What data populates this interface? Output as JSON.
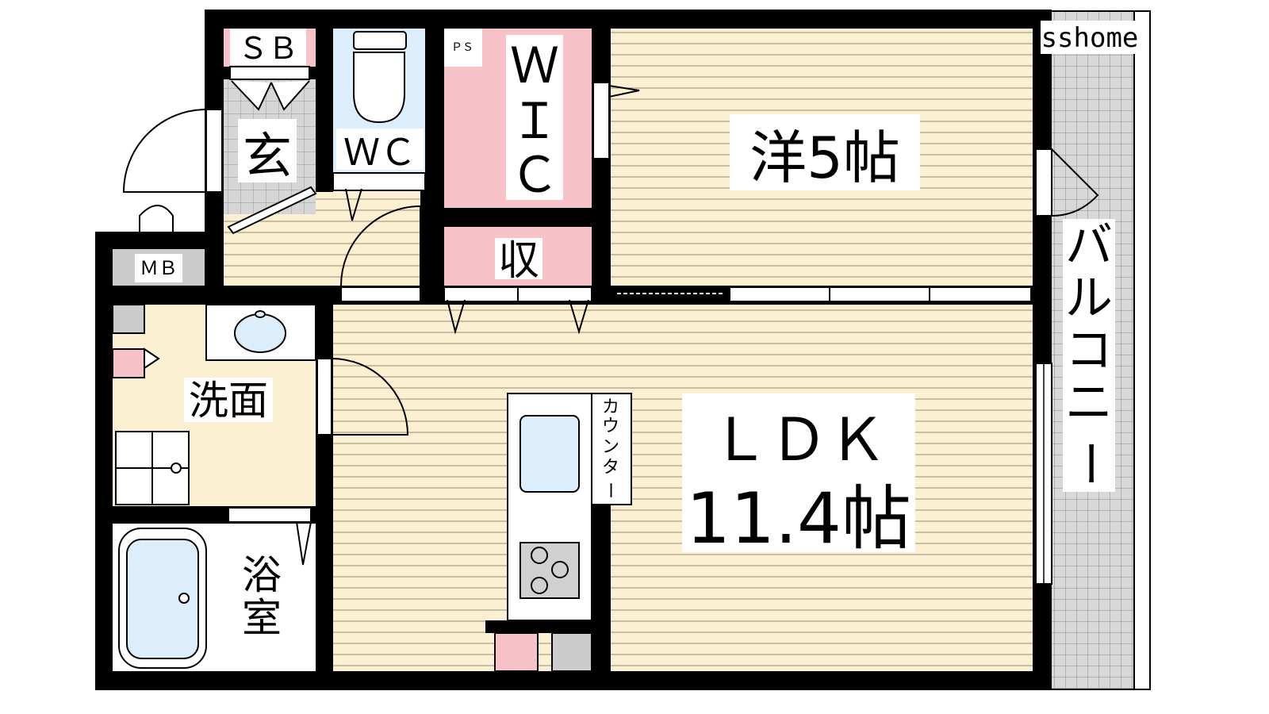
{
  "brand": {
    "watermark": "sshome"
  },
  "rooms": {
    "western": {
      "label": "洋5帖"
    },
    "ldk": {
      "name": "ＬＤＫ",
      "size": "11.4帖"
    },
    "wic": {
      "line1": "Ｗ",
      "line2": "Ｉ",
      "line3": "Ｃ"
    },
    "storage": {
      "label": "収"
    },
    "entrance": {
      "label": "玄"
    },
    "toilet": {
      "label": "ＷＣ"
    },
    "shoe_box": {
      "label": "ＳＢ"
    },
    "washroom": {
      "label": "洗面"
    },
    "bath": {
      "line1": "浴",
      "line2": "室"
    },
    "balcony": {
      "line1": "バ",
      "line2": "ル",
      "line3": "コ",
      "line4": "ニ",
      "line5": "ー"
    },
    "mb": {
      "label": "ＭＢ"
    },
    "ps": {
      "label": "ＰＳ"
    }
  },
  "fixtures": {
    "counter": {
      "line1": "カ",
      "line2": "ウ",
      "line3": "ン",
      "line4": "タ",
      "line5": "ー"
    }
  },
  "colors": {
    "wall": "#000000",
    "floor_wood": "#fbf0d2",
    "wood_line": "#a8a08c",
    "wet_area": "#fbf0d2",
    "storage_pink": "#f7c3c8",
    "fixture_blue": "#dceefc",
    "tile_gray": "#cccccc",
    "balcony_gray": "#d8d8d8"
  }
}
